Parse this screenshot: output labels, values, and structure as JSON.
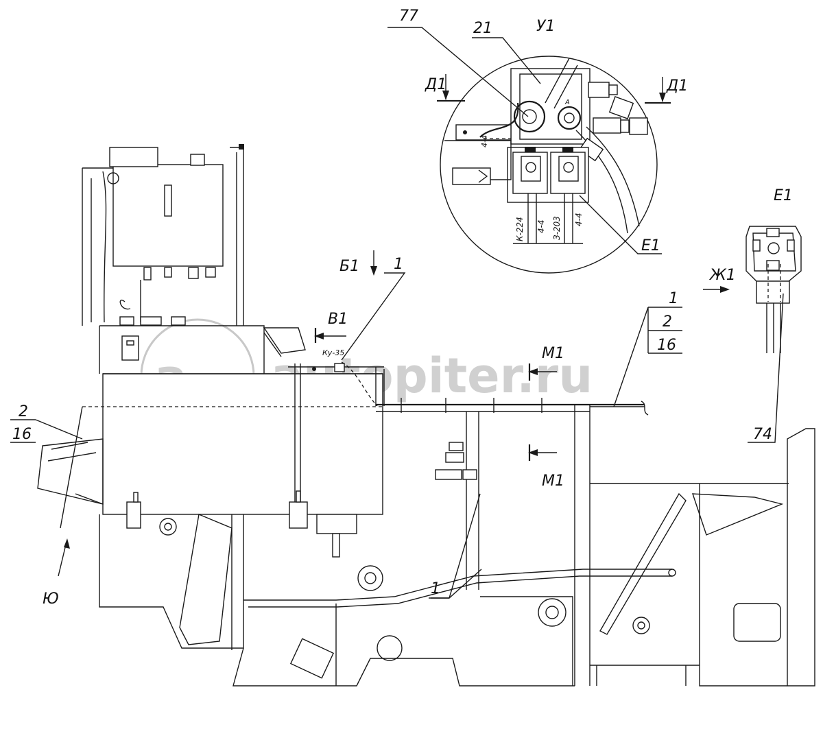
{
  "watermark": "autopiter.ru",
  "views": {
    "detail_u": "У1",
    "detail_e": "Е1",
    "view_b": "Б1",
    "view_zh": "Ж1",
    "view_yu": "Ю"
  },
  "sections": {
    "d": "Д1",
    "v": "В1",
    "m": "М1"
  },
  "callouts": {
    "c77": "77",
    "c21": "21",
    "c74": "74",
    "c1": "1",
    "c2": "2",
    "c16": "16"
  },
  "wire_labels": {
    "k224": "К-224",
    "w44a": "4-4",
    "z203": "З-203",
    "w44b": "4-4",
    "w44c": "4-4",
    "port_a": "A",
    "ku35": "Ку-35"
  }
}
